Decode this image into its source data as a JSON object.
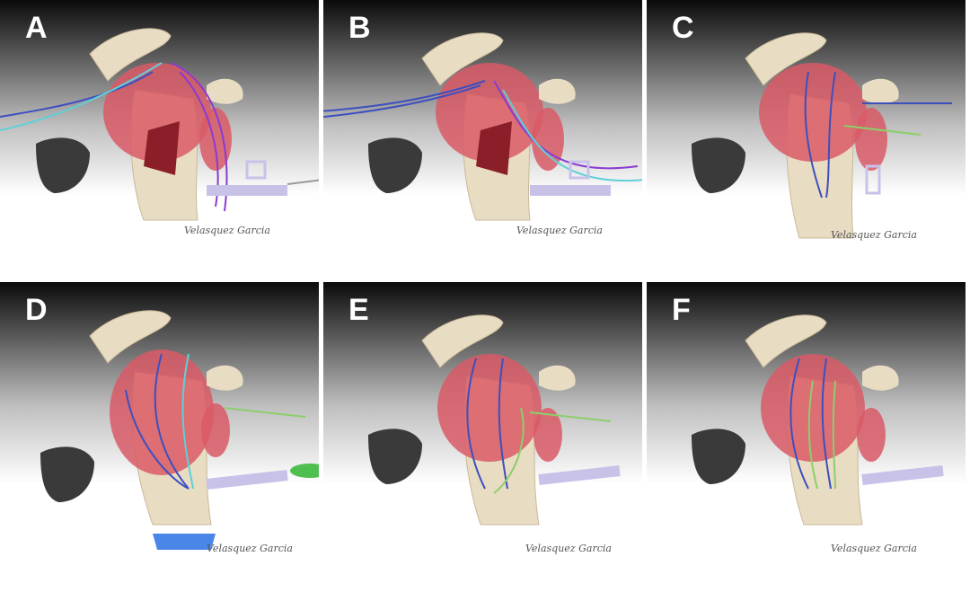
{
  "panels": [
    {
      "letter": "A",
      "signature": "Velasquez Garcia"
    },
    {
      "letter": "B",
      "signature": "Velasquez Garcia"
    },
    {
      "letter": "C",
      "signature": "Velasquez Garcia"
    },
    {
      "letter": "D",
      "signature": "Velasquez Garcia"
    },
    {
      "letter": "E",
      "signature": "Velasquez Garcia"
    },
    {
      "letter": "F",
      "signature": "Velasquez Garcia"
    }
  ],
  "colors": {
    "background_top": "#0a0a0a",
    "background_bottom": "#ffffff",
    "bone": "#e8dcc3",
    "muscle": "#d95a66",
    "suture_blue": "#3d4fbf",
    "suture_purple": "#8a3bd1",
    "suture_cyan": "#5fd0d8",
    "suture_green": "#8ccf6a",
    "anchor": "#c9c2e8",
    "plate_blue": "#4a86e8"
  }
}
